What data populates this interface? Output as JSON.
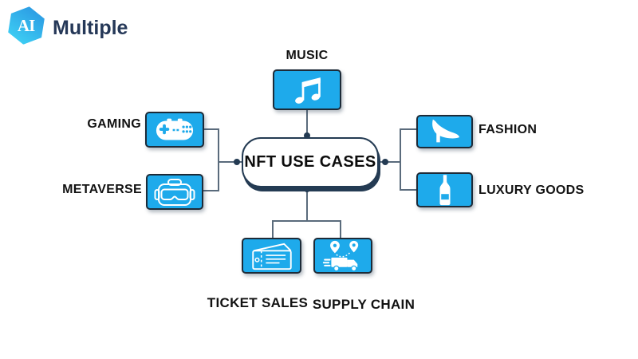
{
  "header": {
    "logo": {
      "hexagon_text": "AI",
      "brand_text": "Multiple"
    }
  },
  "diagram": {
    "type": "hub-and-spoke",
    "center_node": {
      "label": "NFT USE CASES"
    },
    "nodes": [
      {
        "id": "music",
        "label": "MUSIC",
        "icon": "music-note-icon",
        "label_pos": "top"
      },
      {
        "id": "gaming",
        "label": "GAMING",
        "icon": "gamepad-icon",
        "label_pos": "left"
      },
      {
        "id": "metaverse",
        "label": "METAVERSE",
        "icon": "vr-headset-icon",
        "label_pos": "left"
      },
      {
        "id": "fashion",
        "label": "FASHION",
        "icon": "high-heel-icon",
        "label_pos": "right"
      },
      {
        "id": "luxury",
        "label": "LUXURY GOODS",
        "icon": "wine-bottle-icon",
        "label_pos": "right"
      },
      {
        "id": "ticket",
        "label": "TICKET SALES",
        "icon": "ticket-icon",
        "label_pos": "bottom"
      },
      {
        "id": "supply",
        "label": "SUPPLY CHAIN",
        "icon": "delivery-truck-icon",
        "label_pos": "bottom"
      }
    ]
  },
  "colors": {
    "background": "#ffffff",
    "node_fill": "#1eaaeb",
    "node_border": "#1d2b38",
    "icon_color": "#ffffff",
    "connector_line": "#5a6b7c",
    "connector_dot": "#243b53",
    "center_border": "#243b53",
    "label_text": "#121212",
    "brand_navy": "#253858",
    "logo_gradient_start": "#2a97e2",
    "logo_gradient_end": "#3fd3f5"
  }
}
